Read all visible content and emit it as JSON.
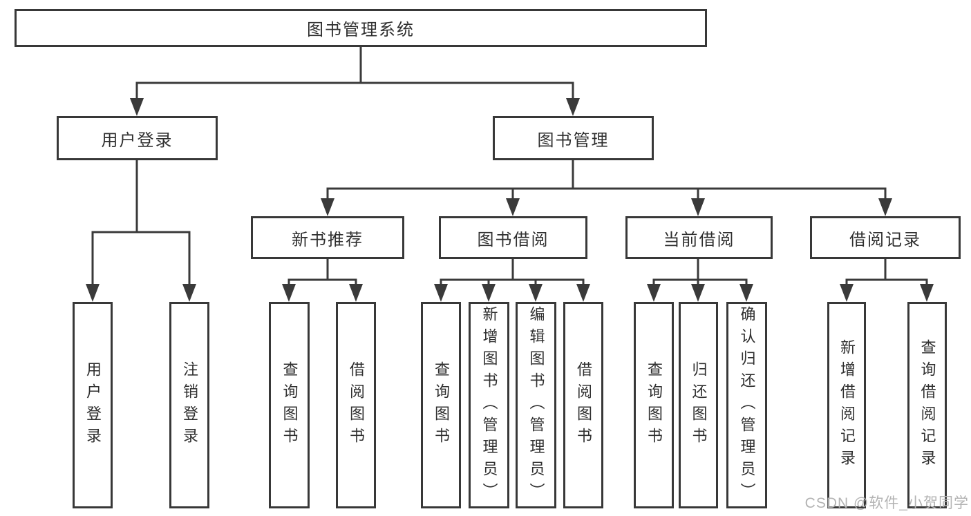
{
  "root": {
    "label": "图书管理系统",
    "children": [
      {
        "label": "用户登录",
        "children": [
          {
            "label": "用户登录"
          },
          {
            "label": "注销登录"
          }
        ]
      },
      {
        "label": "图书管理",
        "children": [
          {
            "label": "新书推荐",
            "children": [
              {
                "label": "查询图书"
              },
              {
                "label": "借阅图书"
              }
            ]
          },
          {
            "label": "图书借阅",
            "children": [
              {
                "label": "查询图书"
              },
              {
                "label": "新增图书（管理员）"
              },
              {
                "label": "编辑图书（管理员）"
              },
              {
                "label": "借阅图书"
              }
            ]
          },
          {
            "label": "当前借阅",
            "children": [
              {
                "label": "查询图书"
              },
              {
                "label": "归还图书"
              },
              {
                "label": "确认归还（管理员）"
              }
            ]
          },
          {
            "label": "借阅记录",
            "children": [
              {
                "label": "新增借阅记录"
              },
              {
                "label": "查询借阅记录"
              }
            ]
          }
        ]
      }
    ]
  },
  "watermark": "CSDN @软件_小贺同学",
  "colors": {
    "line": "#3a3a3a",
    "border": "#383838",
    "text": "#2f2f2f",
    "background": "#ffffff",
    "watermark": "#b3b3b3"
  }
}
